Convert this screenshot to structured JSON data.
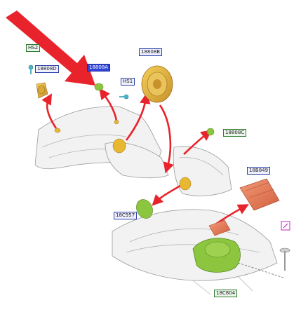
{
  "labels": {
    "hs2": "HS2",
    "p18808d": "18808D",
    "p18808a": "18808A",
    "hs1": "HS1",
    "p18808b": "18808B",
    "p18808c": "18808C",
    "p18b849": "18B849",
    "p18c957": "18C957",
    "p18c804": "18C804"
  },
  "colors": {
    "arrow": "#e8232b",
    "speaker": "#e8b830",
    "speaker_dark": "#b8862a",
    "green_part": "#8cc63f",
    "amplifier": "#e8795a",
    "fastener": "#4fb3c8",
    "label_blue": "#2a3fa8",
    "label_green": "#2d7a2d",
    "label_highlight": "#2f44d6"
  },
  "pointer": {
    "target_label": "18808A"
  }
}
